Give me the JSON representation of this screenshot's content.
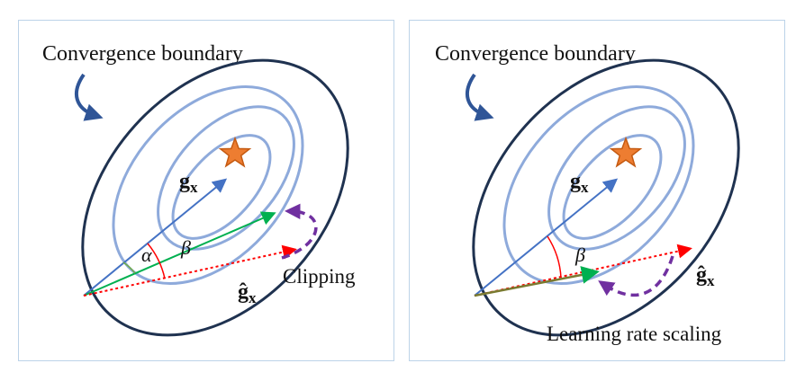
{
  "panels": [
    {
      "title": "Convergence boundary",
      "gradient_label": "g",
      "gradient_subscript": "x",
      "estimate_label": "ĝ",
      "estimate_subscript": "x",
      "angle_alpha": "α",
      "angle_beta": "β",
      "method_label": "Clipping"
    },
    {
      "title": "Convergence boundary",
      "gradient_label": "g",
      "gradient_subscript": "x",
      "estimate_label": "ĝ",
      "estimate_subscript": "x",
      "angle_beta": "β",
      "method_label": "Learning rate scaling"
    }
  ],
  "colors": {
    "boundary": "#1f3250",
    "contour": "#8eaadb",
    "gradient_arrow": "#4472c4",
    "estimate_arrow": "#ff0000",
    "scaled_arrow": "#00b050",
    "curved_arrow": "#7030a0",
    "pointer_arrow": "#2f5597",
    "star": "#c55a11",
    "angle_arc": "#ff0000",
    "angle_arc_alpha": "#70ad47"
  }
}
